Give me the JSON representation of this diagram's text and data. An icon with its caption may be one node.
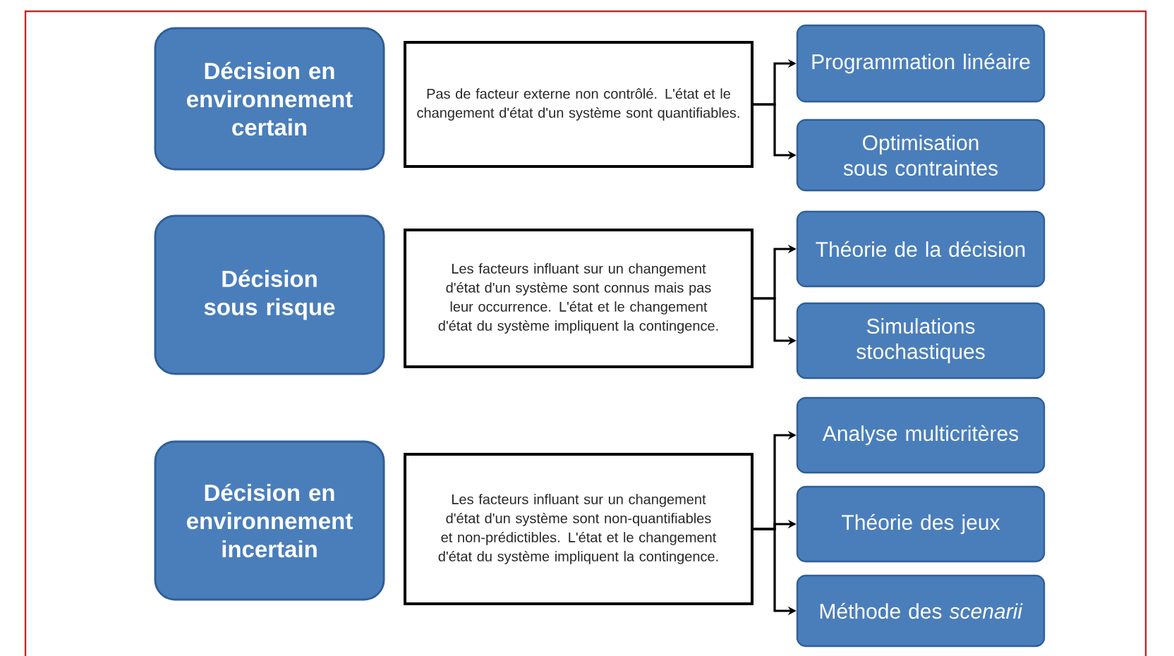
{
  "diagram": {
    "nodes": [
      {
        "text": [
          "Décision en environnement certain"
        ]
      },
      {
        "text": [
          "Pas de facteur externe non contrôlé. L'état et le changement d'état d'un système sont quantifiables."
        ]
      },
      {
        "text": [
          "Programmation linéaire"
        ]
      },
      {
        "text": [
          "Optimisation sous contraintes"
        ]
      },
      {
        "text": [
          "Décision sous risque"
        ]
      },
      {
        "text": [
          "Les facteurs influant sur un changement d'état d'un système sont connus mais pas leur occurrence. L'état et le changement d'état du système impliquent la contingence."
        ]
      },
      {
        "text": [
          "Théorie de la décision"
        ]
      },
      {
        "text": [
          "Simulations stochastiques"
        ]
      },
      {
        "text": [
          "Décision en environnement incertain"
        ]
      },
      {
        "text": [
          "Les facteurs influant sur un changement d'état d'un système sont non-quantifiables et non-prédictibles. L'état et le changement d'état du système impliquent la contingence."
        ]
      },
      {
        "text": [
          "Analyse multicritères"
        ]
      },
      {
        "text": [
          "Théorie des jeux"
        ]
      },
      {
        "text": [
          "Méthode des *scenarii*"
        ]
      }
    ],
    "edges": [
      {
        "from": 1,
        "to": 2,
        "arrow": "to"
      },
      {
        "from": 1,
        "to": 3,
        "arrow": "to"
      },
      {
        "from": 5,
        "to": 6,
        "arrow": "to"
      },
      {
        "from": 5,
        "to": 7,
        "arrow": "to"
      },
      {
        "from": 9,
        "to": 10,
        "arrow": "to"
      },
      {
        "from": 9,
        "to": 11,
        "arrow": "to"
      },
      {
        "from": 9,
        "to": 12,
        "arrow": "to"
      }
    ]
  }
}
